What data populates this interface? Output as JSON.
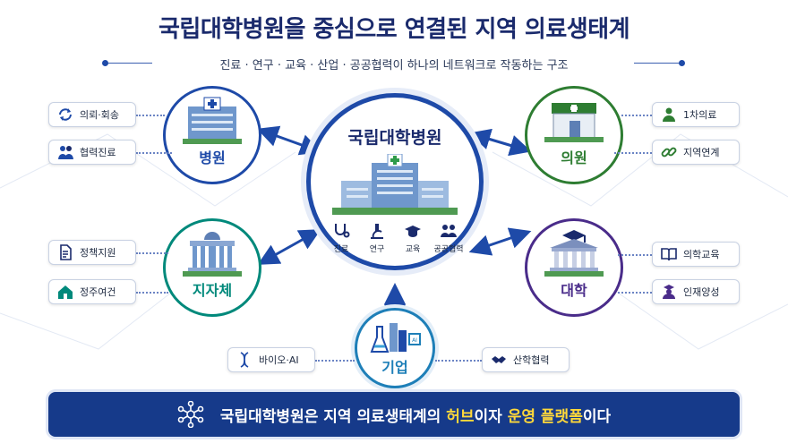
{
  "title": "국립대학병원을 중심으로 연결된 지역 의료생태계",
  "subtitle": "진료 · 연구 · 교육 · 산업 · 공공협력이 하나의 네트워크로 작동하는 구조",
  "hub": {
    "name": "국립대학병원",
    "services": [
      "진료",
      "연구",
      "교육",
      "공공협력"
    ]
  },
  "nodes": {
    "hospital": {
      "label": "병원",
      "color": "#1e4aa8",
      "tags": [
        "의뢰·회송",
        "협력진료"
      ]
    },
    "clinic": {
      "label": "의원",
      "color": "#2e7d32",
      "tags": [
        "1차의료",
        "지역연계"
      ]
    },
    "gov": {
      "label": "지자체",
      "color": "#00897b",
      "tags": [
        "정책지원",
        "정주여건"
      ]
    },
    "univ": {
      "label": "대학",
      "color": "#4a2c8a",
      "tags": [
        "의학교육",
        "인재양성"
      ]
    },
    "corp": {
      "label": "기업",
      "color": "#1e7fb8",
      "tags": [
        "바이오·AI",
        "산학협력"
      ]
    }
  },
  "banner": {
    "part1": "국립대학병원은 지역 의료생태계의 ",
    "hl1": "허브",
    "part2": "이자 ",
    "hl2": "운영 플랫폼",
    "part3": "이다"
  }
}
